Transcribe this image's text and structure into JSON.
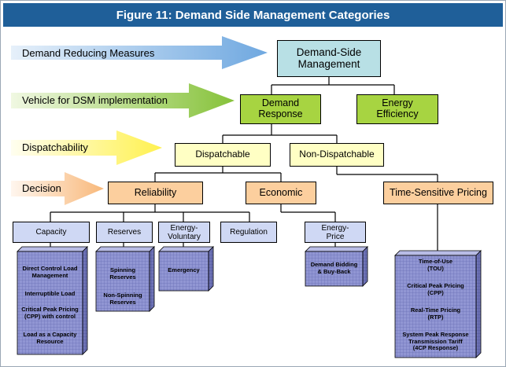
{
  "title": "Figure 11: Demand Side Management Categories",
  "left_labels": {
    "demand_reducing": "Demand Reducing Measures",
    "vehicle": "Vehicle for DSM implementation",
    "dispatchability": "Dispatchability",
    "decision": "Decision"
  },
  "nodes": {
    "dsm_line1": "Demand-Side",
    "dsm_line2": "Management",
    "demand_response_line1": "Demand",
    "demand_response_line2": "Response",
    "energy_efficiency_line1": "Energy",
    "energy_efficiency_line2": "Efficiency",
    "dispatchable": "Dispatchable",
    "non_dispatchable": "Non-Dispatchable",
    "reliability": "Reliability",
    "economic": "Economic",
    "time_sensitive": "Time-Sensitive Pricing",
    "capacity": "Capacity",
    "reserves": "Reserves",
    "energy_voluntary_line1": "Energy-",
    "energy_voluntary_line2": "Voluntary",
    "regulation": "Regulation",
    "energy_price_line1": "Energy-",
    "energy_price_line2": "Price"
  },
  "cubes": {
    "capacity": [
      "Direct Control Load",
      "Management",
      "Interruptible Load",
      "Critical Peak Pricing",
      "(CPP) with control",
      "Load as a Capacity",
      "Resource"
    ],
    "reserves": [
      "Spinning",
      "Reserves",
      "Non-Spinning",
      "Reserves"
    ],
    "energy_voluntary": [
      "Emergency"
    ],
    "energy_price": [
      "Demand Bidding",
      "& Buy-Back"
    ],
    "time_sensitive": [
      "Time-of-Use",
      "(TOU)",
      "Critical Peak Pricing",
      "(CPP)",
      "Real-Time Pricing",
      "(RTP)",
      "System Peak Response",
      "Transmission Tariff",
      "(4CP Response)"
    ]
  },
  "colors": {
    "title_bar": "#1f5f99",
    "arrow_blue": "#7fb2e3",
    "arrow_green": "#8ec63f",
    "arrow_yellow": "#fff56b",
    "arrow_orange": "#f9bf86",
    "cube_fill": "#8e93d2"
  }
}
